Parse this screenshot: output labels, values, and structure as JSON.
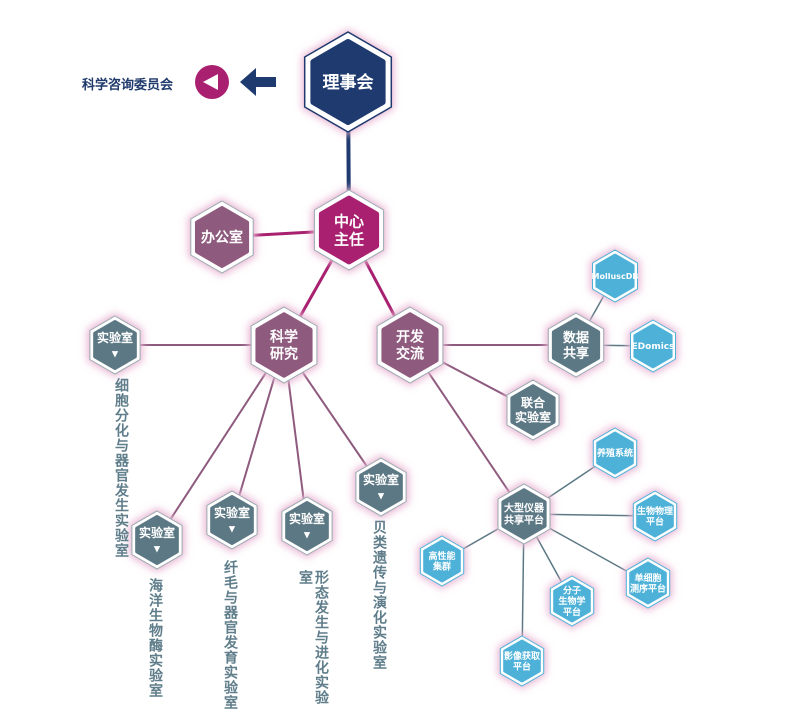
{
  "colors": {
    "navy": "#1e3a6e",
    "magenta": "#a8206f",
    "mauve": "#8e5a7e",
    "gray": "#5b7884",
    "blue": "#4db1d8",
    "glow": "#e9b6d3"
  },
  "advisory": {
    "label": "科学咨询委员会",
    "arrow_icon": "arrow-left-icon",
    "play_icon": "triangle-left-icon"
  },
  "nodes": {
    "board": [
      "理事会"
    ],
    "director": [
      "中心",
      "主任"
    ],
    "office": [
      "办公室"
    ],
    "research": [
      "科学",
      "研究"
    ],
    "exchange": [
      "开发",
      "交流"
    ],
    "datashare": [
      "数据",
      "共享"
    ],
    "molluscdb": [
      "MolluscDB"
    ],
    "edomics": [
      "EDomics"
    ],
    "jointlab": [
      "联合",
      "实验室"
    ],
    "instrument": [
      "大型仪器",
      "共享平台"
    ],
    "aquaculture": [
      "养殖系统"
    ],
    "biophysics": [
      "生物物理",
      "平台"
    ],
    "singlecell": [
      "单细胞",
      "测序平台"
    ],
    "molbio": [
      "分子",
      "生物学",
      "平台"
    ],
    "imaging": [
      "影像获取",
      "平台"
    ],
    "hpc": [
      "高性能",
      "集群"
    ],
    "lab1": [
      "实验室",
      "▼"
    ],
    "lab2": [
      "实验室",
      "▼"
    ],
    "lab3": [
      "实验室",
      "▼"
    ],
    "lab4": [
      "实验室",
      "▼"
    ],
    "lab5": [
      "实验室",
      "▼"
    ]
  },
  "lab_names": {
    "lab1": "细胞分化与器官发生实验室",
    "lab2": "海洋生物酶实验室",
    "lab3": "纤毛与器官发育实验室",
    "lab4": "形态发生与进化实验室",
    "lab5": "贝类遗传与演化实验室"
  }
}
